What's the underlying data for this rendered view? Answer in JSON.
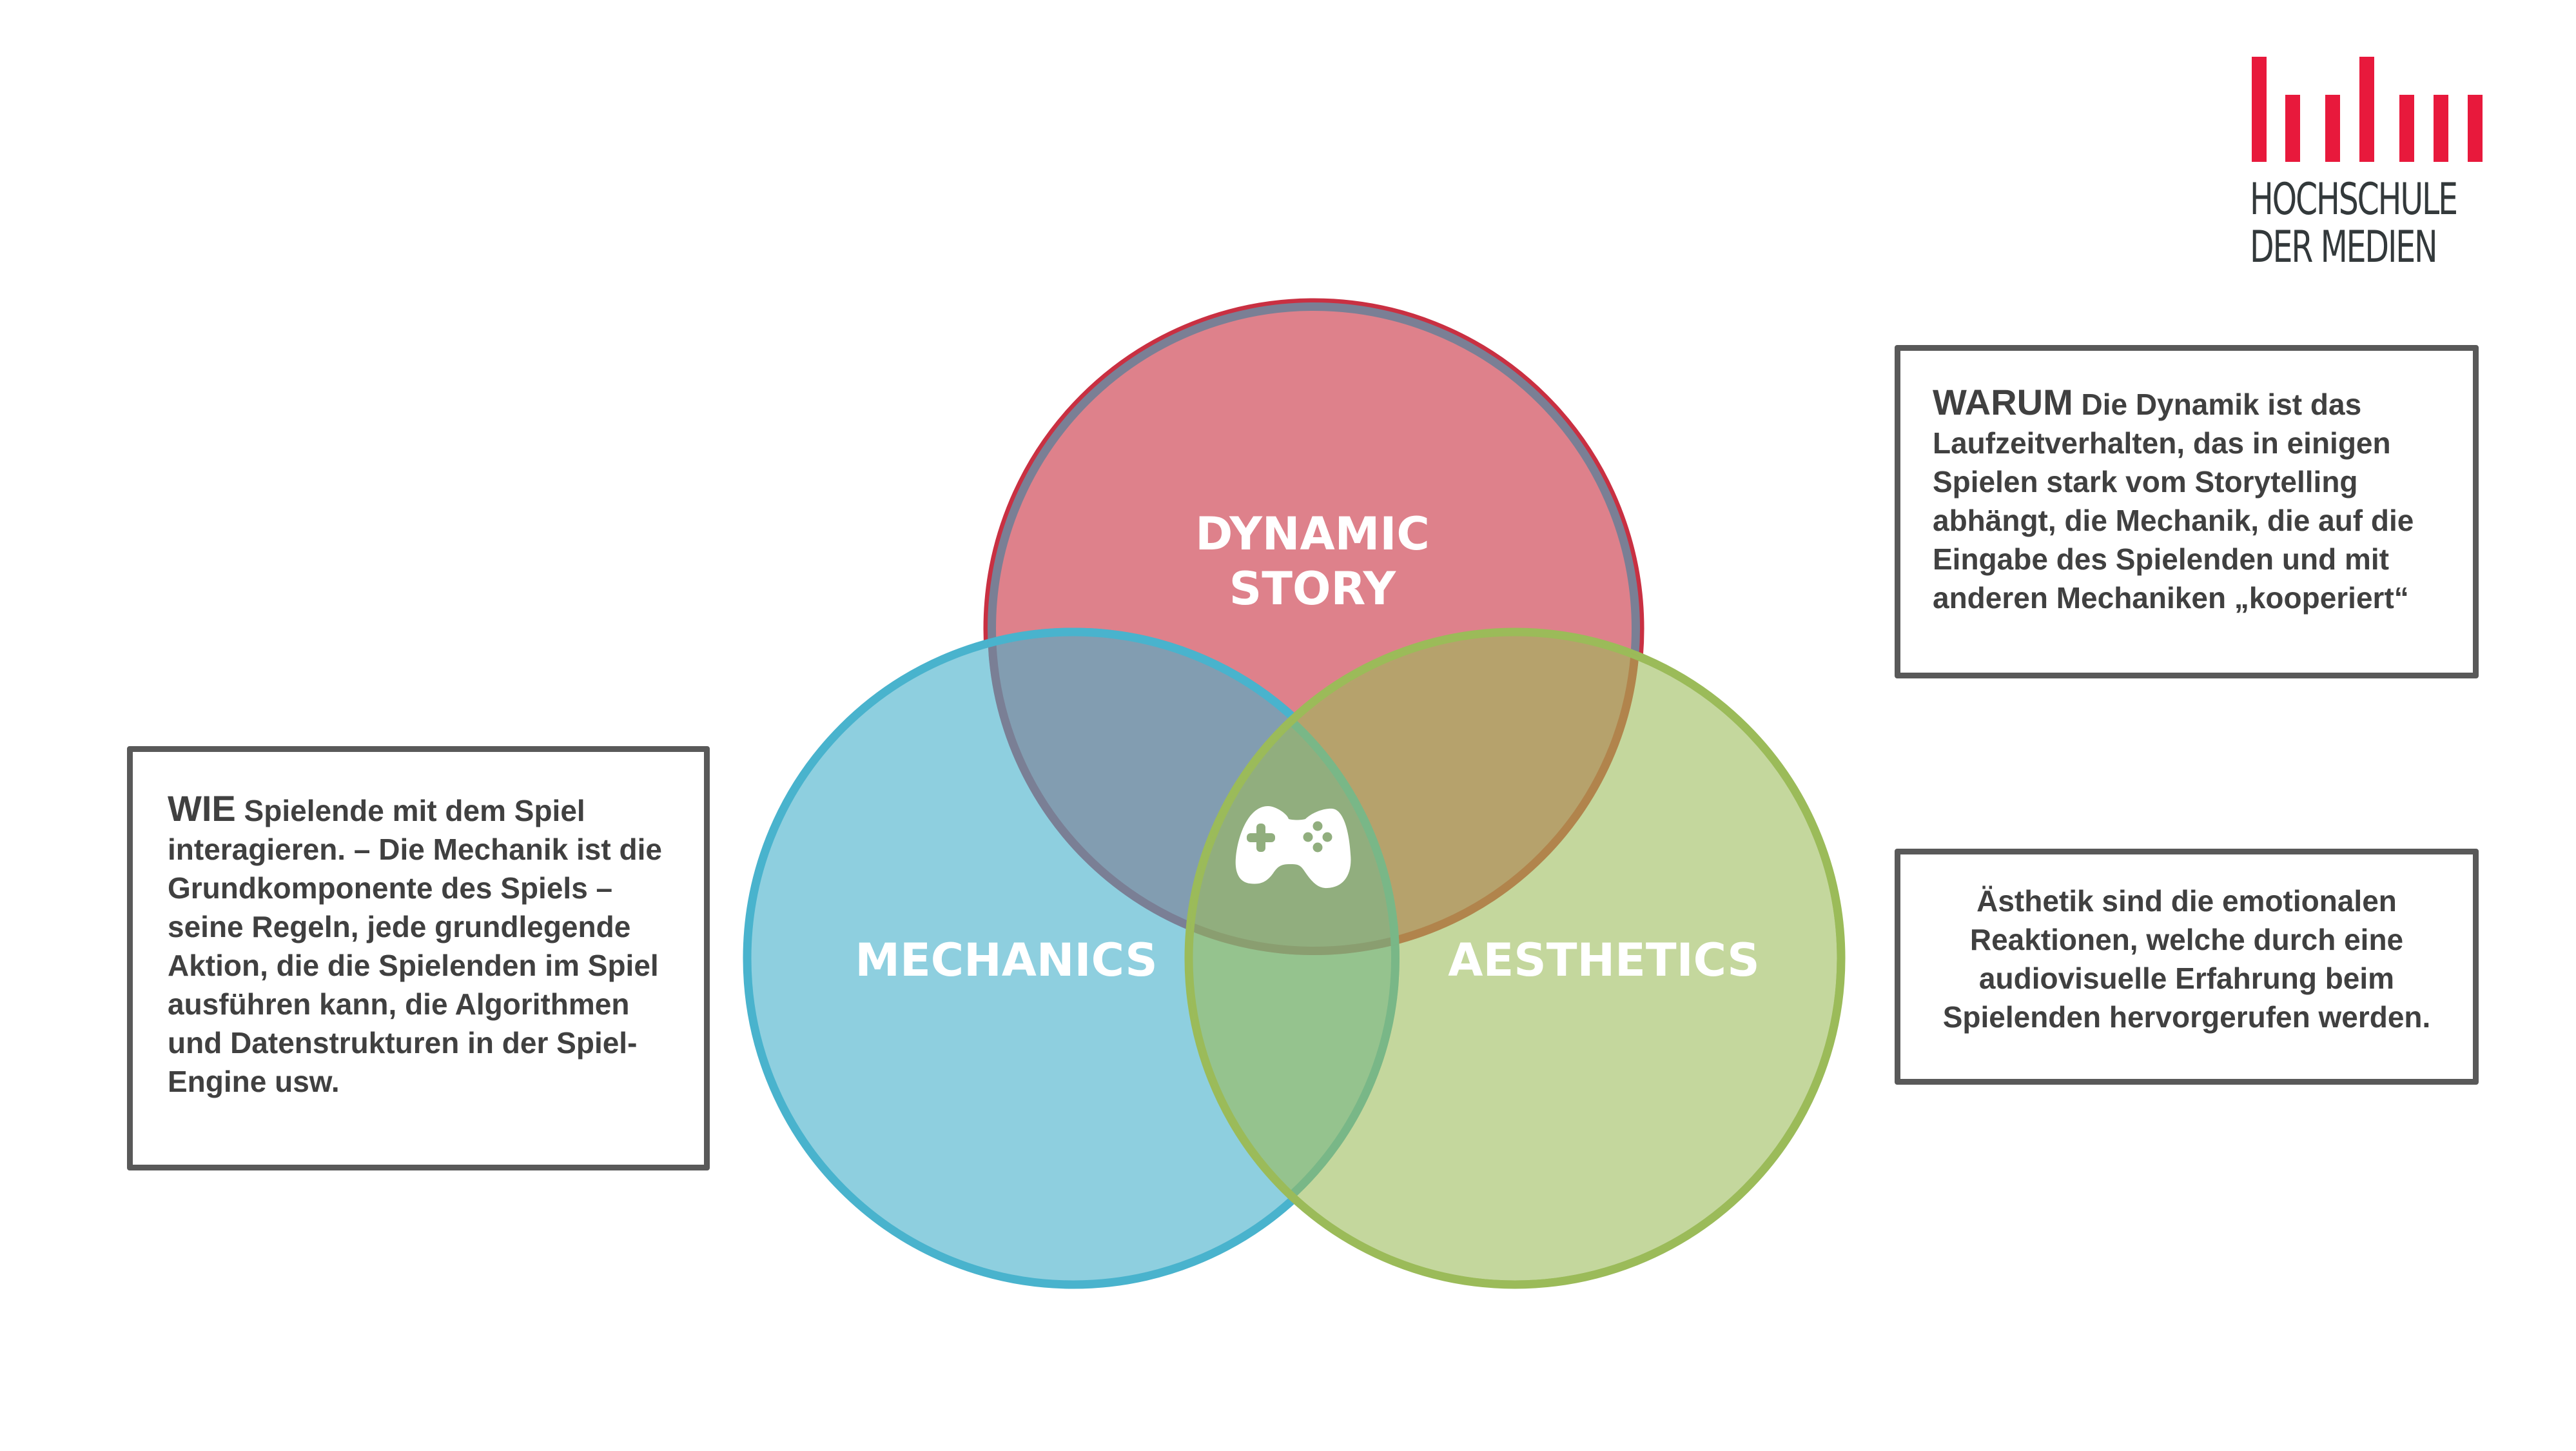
{
  "logo": {
    "line1": "HOCHSCHULE",
    "line2": "DER MEDIEN",
    "bar_color": "#e8193c",
    "text_color": "#33393b"
  },
  "venn": {
    "center_icon": "gamepad-icon",
    "circles": [
      {
        "id": "dynamics",
        "label_lines": [
          "DYNAMIC",
          "STORY"
        ],
        "stroke": "#c93042",
        "fill": "#de818b"
      },
      {
        "id": "mechanics",
        "label_lines": [
          "MECHANICS"
        ],
        "stroke": "#49b3cd",
        "fill": "#8ecfdf"
      },
      {
        "id": "aesthetics",
        "label_lines": [
          "AESTHETICS"
        ],
        "stroke": "#9bbb59",
        "fill": "#c4d79d"
      }
    ]
  },
  "boxes": {
    "warum": {
      "lead": "WARUM",
      "text": " Die Dynamik ist das Laufzeitverhalten, das in einigen Spielen stark vom Storytelling abhängt, die Mechanik, die auf die Eingabe des Spielenden und mit anderen Mechaniken „kooperiert“"
    },
    "aesthetik": {
      "text": "Ästhetik sind die emotionalen Reaktionen, welche durch eine audiovisuelle Erfahrung beim Spielenden hervorgerufen werden."
    },
    "wie": {
      "lead": "WIE",
      "text": " Spielende mit dem Spiel interagieren. – Die Mechanik ist die Grundkomponente des Spiels – seine Regeln, jede grundlegende Aktion, die die Spielenden im Spiel ausführen kann, die Algorithmen und Datenstrukturen in der Spiel-Engine usw."
    }
  }
}
